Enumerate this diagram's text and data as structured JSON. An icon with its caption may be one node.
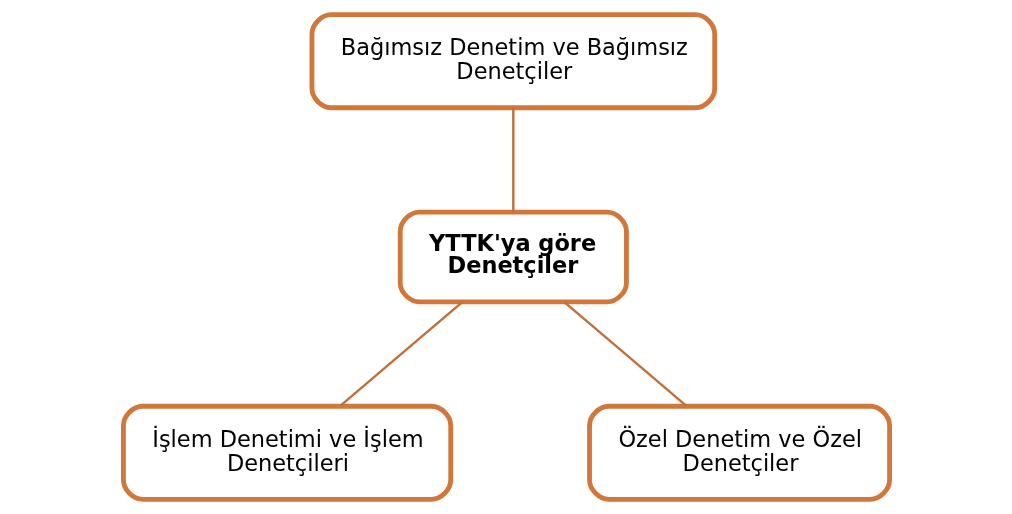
{
  "diagram": {
    "nodes": [
      {
        "text": [
          "Bağımsız Denetim ve Bağımsız Denetçiler"
        ]
      },
      {
        "text": [
          "YTTK'ya göre Denetçiler"
        ]
      },
      {
        "text": [
          "İşlem Denetimi ve İşlem Denetçileri"
        ]
      },
      {
        "text": [
          "Özel Denetim ve Özel Denetçiler"
        ]
      }
    ],
    "edges": [
      {
        "from": 0,
        "to": 1,
        "arrow": "none"
      },
      {
        "from": 1,
        "to": 2,
        "arrow": "none"
      },
      {
        "from": 1,
        "to": 3,
        "arrow": "none"
      }
    ]
  }
}
